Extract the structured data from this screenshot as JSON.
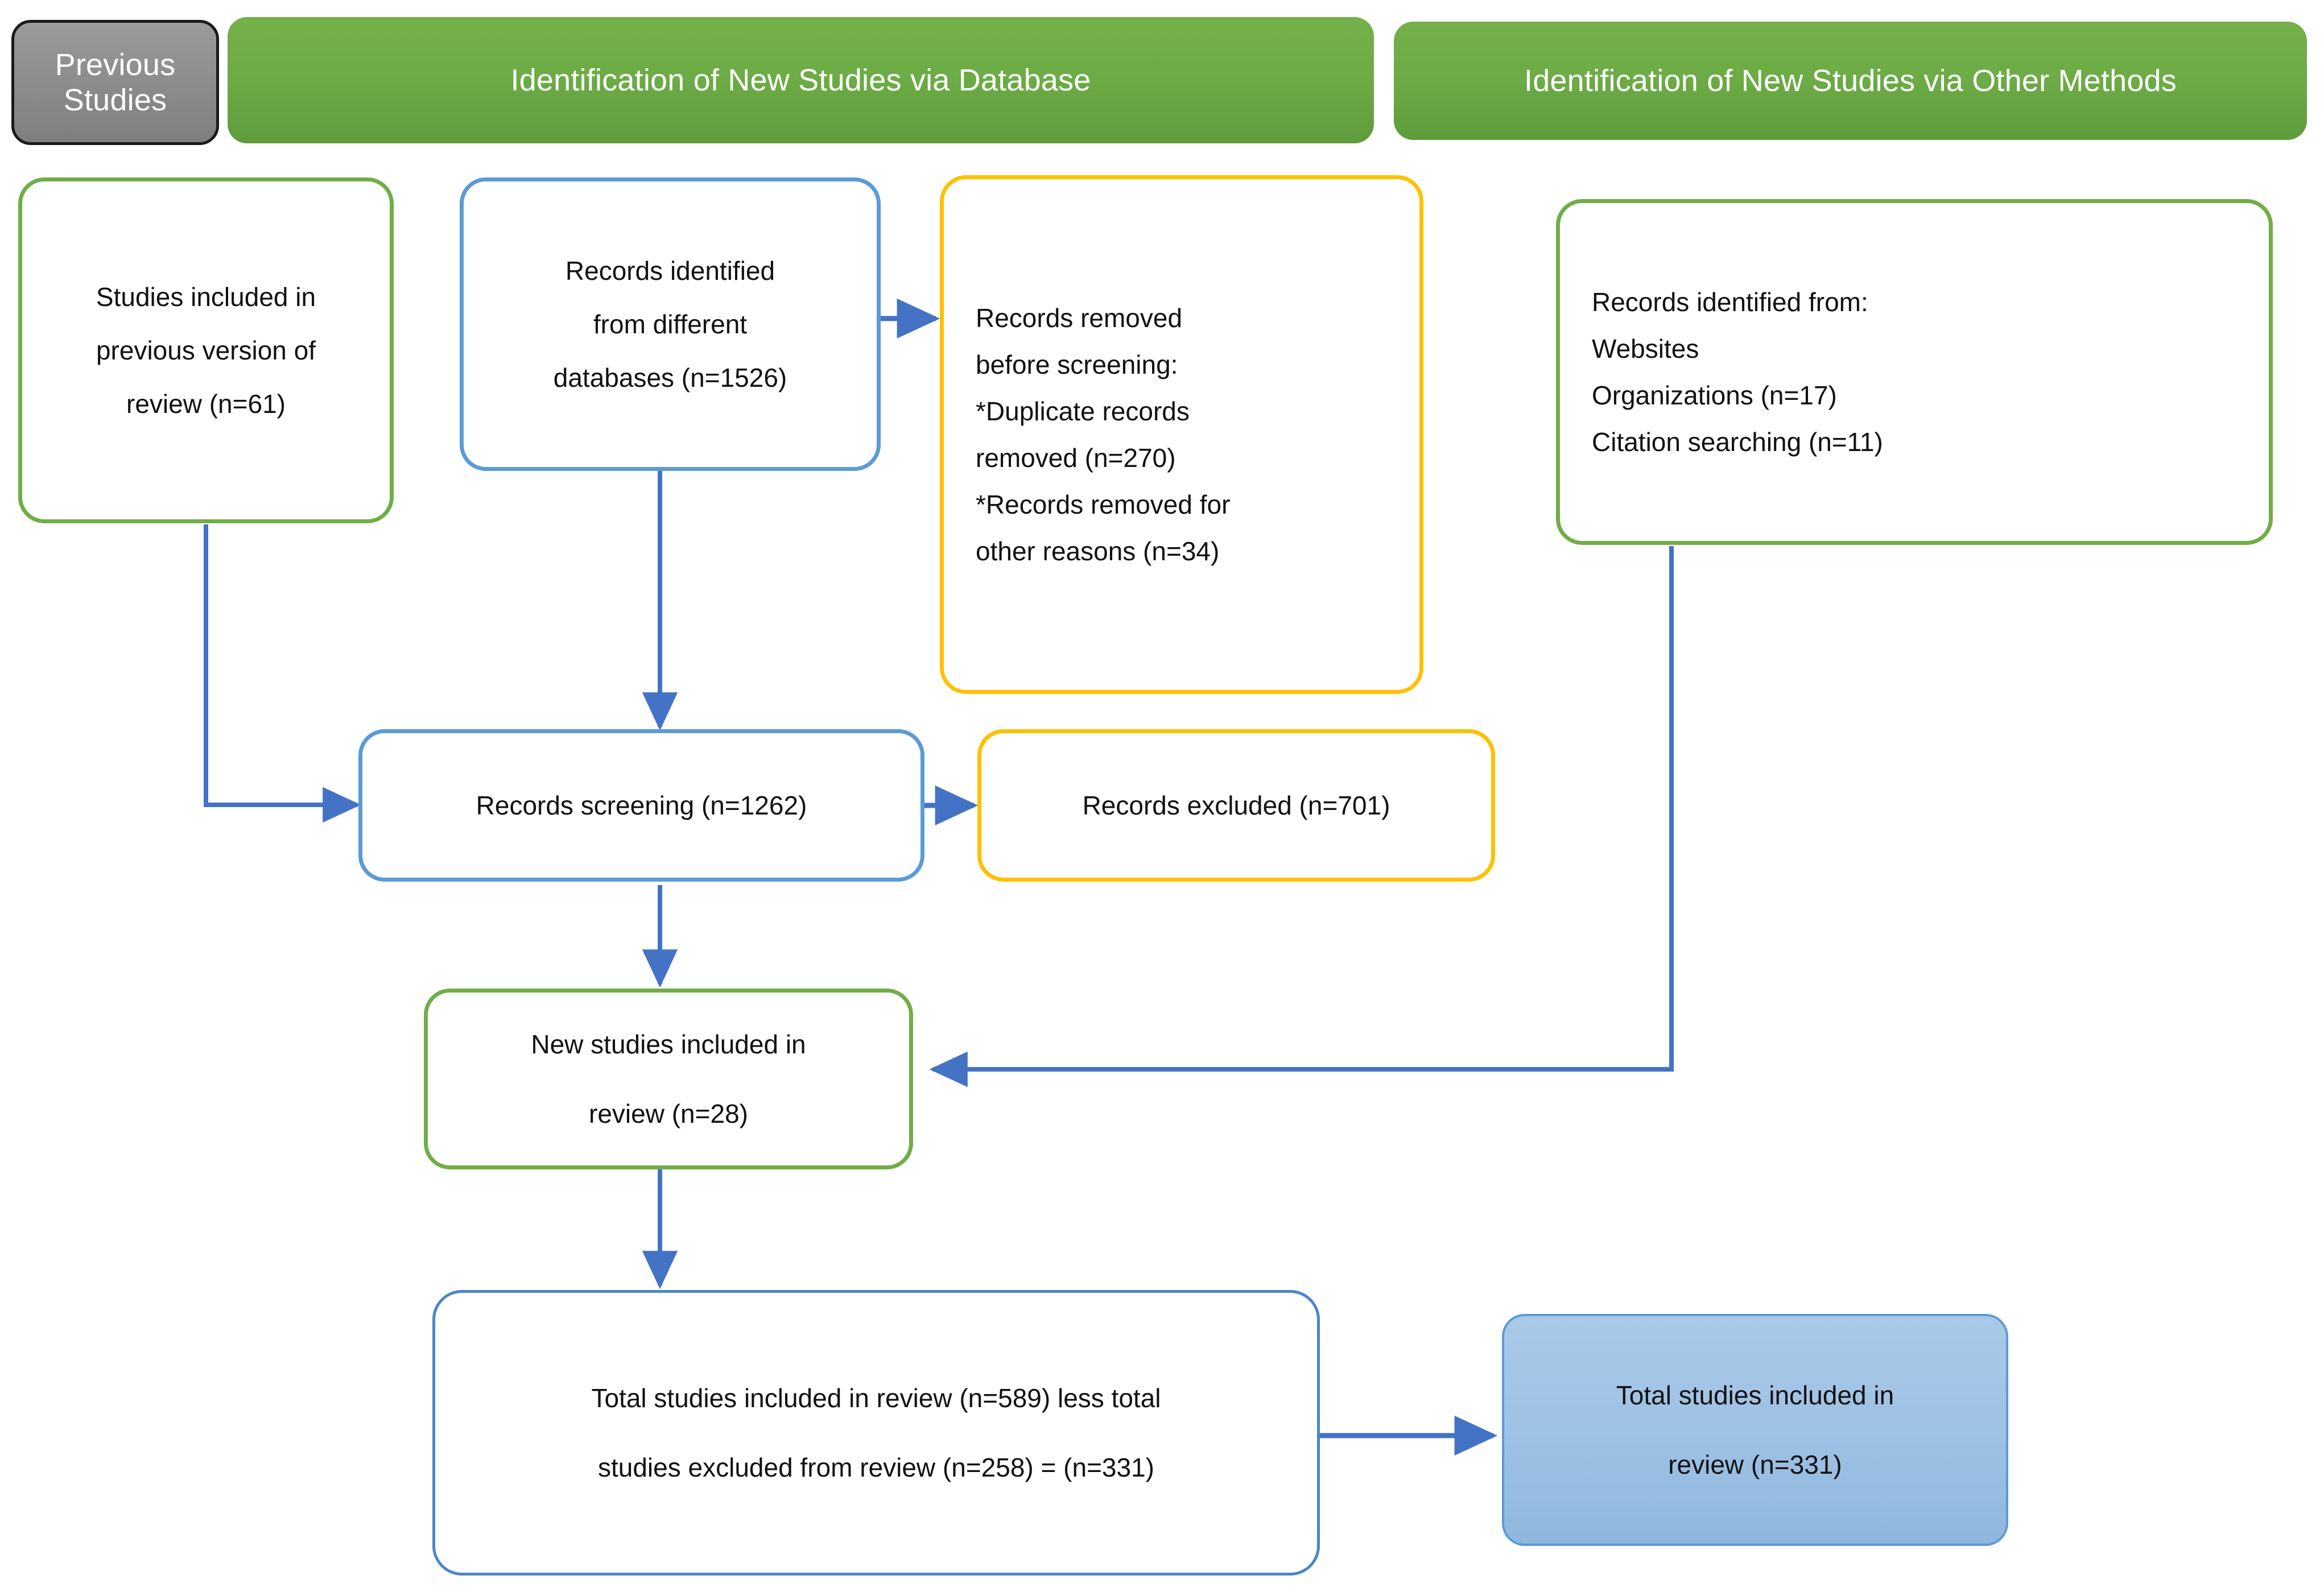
{
  "diagram": {
    "title": "PRISMA 2020 flow diagram for updated systematic reviews",
    "colors": {
      "green": "#70ad47",
      "banner_green": "#6cab45",
      "blue": "#5b9bd5",
      "orange": "#ffc000",
      "arrow_blue": "#4472c4",
      "gray": "#8e8e8e",
      "fill_blue": "#9dc1e4",
      "text": "#111111"
    }
  },
  "banners": [
    {
      "id": "previous-studies",
      "label": "Previous Studies"
    },
    {
      "id": "identification-database",
      "label": "Identification of New Studies via Database"
    },
    {
      "id": "identification-other",
      "label": "Identification of New Studies via Other Methods"
    }
  ],
  "nodes": {
    "previous_review": {
      "id": "studies-included-previous-version",
      "lines": [
        "Studies included in",
        "previous version of",
        "review (n=61)"
      ]
    },
    "records_identified_db": {
      "id": "records-identified-databases",
      "lines": [
        "Records identified",
        "from different",
        "databases (n=1526)"
      ]
    },
    "records_removed": {
      "id": "records-removed-before-screening",
      "lines": [
        "Records removed",
        "before screening:",
        "*Duplicate records",
        "removed (n=270)",
        "*Records removed for",
        "other reasons (n=34)"
      ]
    },
    "records_identified_other": {
      "id": "records-identified-other-methods",
      "lines": [
        "Records identified from:",
        "Websites",
        "Organizations (n=17)",
        "Citation searching (n=11)"
      ]
    },
    "records_screening": {
      "id": "records-screening",
      "lines": [
        "Records screening (n=1262)"
      ]
    },
    "records_excluded": {
      "id": "records-excluded",
      "lines": [
        "Records excluded (n=701)"
      ]
    },
    "new_studies_included": {
      "id": "new-studies-included-in-review",
      "lines": [
        "New studies included in",
        "review (n=28)"
      ]
    },
    "total_calculation": {
      "id": "total-studies-calculation",
      "lines": [
        "Total studies included in review (n=589) less total",
        "studies excluded from review (n=258) = (n=331)"
      ]
    },
    "total_included": {
      "id": "total-studies-included-in-review",
      "lines": [
        "Total studies included in",
        "review (n=331)"
      ]
    }
  },
  "chart_data": {
    "type": "diagram",
    "title": "PRISMA flow of study selection",
    "nodes": [
      {
        "key": "previous_review",
        "label": "Studies included in previous version of review",
        "n": 61,
        "border": "green"
      },
      {
        "key": "records_identified_db",
        "label": "Records identified from different databases",
        "n": 1526,
        "border": "blue"
      },
      {
        "key": "duplicates_removed",
        "label": "Duplicate records removed",
        "n": 270,
        "border": "orange"
      },
      {
        "key": "other_removed",
        "label": "Records removed for other reasons",
        "n": 34,
        "border": "orange"
      },
      {
        "key": "websites_orgs",
        "label": "Organizations",
        "n": 17,
        "border": "green"
      },
      {
        "key": "citation_searching",
        "label": "Citation searching",
        "n": 11,
        "border": "green"
      },
      {
        "key": "records_screening",
        "label": "Records screening",
        "n": 1262,
        "border": "blue"
      },
      {
        "key": "records_excluded",
        "label": "Records excluded",
        "n": 701,
        "border": "orange"
      },
      {
        "key": "new_studies_included",
        "label": "New studies included in review",
        "n": 28,
        "border": "green"
      },
      {
        "key": "total_before_exclusion",
        "label": "Total studies included in review",
        "n": 589,
        "border": "blue"
      },
      {
        "key": "total_excluded",
        "label": "Total studies excluded from review",
        "n": 258,
        "border": "blue"
      },
      {
        "key": "total_included",
        "label": "Total studies included in review",
        "n": 331,
        "border": "blue-filled"
      }
    ],
    "edges": [
      {
        "from": "records_identified_db",
        "to": "duplicates_removed"
      },
      {
        "from": "records_identified_db",
        "to": "records_screening"
      },
      {
        "from": "previous_review",
        "to": "records_screening"
      },
      {
        "from": "records_screening",
        "to": "records_excluded"
      },
      {
        "from": "records_screening",
        "to": "new_studies_included"
      },
      {
        "from": "websites_orgs",
        "to": "new_studies_included"
      },
      {
        "from": "new_studies_included",
        "to": "total_before_exclusion"
      },
      {
        "from": "total_before_exclusion",
        "to": "total_included"
      }
    ]
  }
}
